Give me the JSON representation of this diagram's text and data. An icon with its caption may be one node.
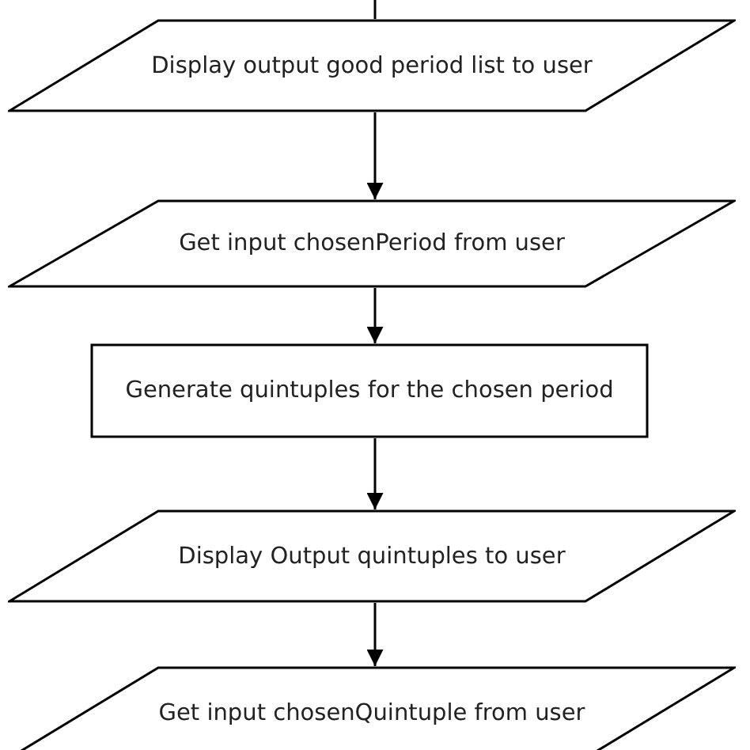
{
  "diagram": {
    "nodes": [
      {
        "text": [
          "Display output good period list to user"
        ]
      },
      {
        "text": [
          "Get input chosenPeriod from user"
        ]
      },
      {
        "text": [
          "Generate quintuples for the chosen period"
        ]
      },
      {
        "text": [
          "Display Output quintuples to user"
        ]
      },
      {
        "text": [
          "Get input chosenQuintuple from user"
        ]
      }
    ],
    "edges": [
      {
        "from": null,
        "to": 0,
        "arrow": "none"
      },
      {
        "from": 0,
        "to": 1,
        "arrow": "to"
      },
      {
        "from": 1,
        "to": 2,
        "arrow": "to"
      },
      {
        "from": 2,
        "to": 3,
        "arrow": "to"
      },
      {
        "from": 3,
        "to": 4,
        "arrow": "to"
      }
    ]
  }
}
